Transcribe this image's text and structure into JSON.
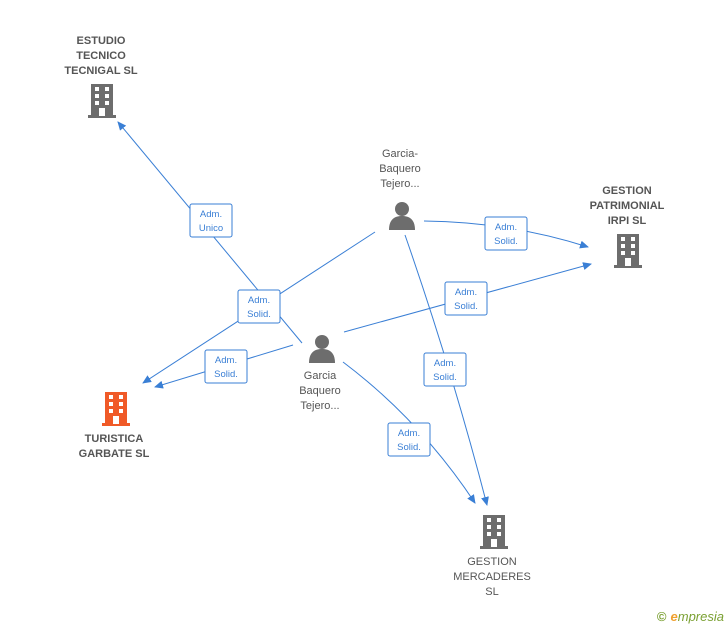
{
  "colors": {
    "edge": "#3a7fd5",
    "building": "#6d6d6d",
    "building_main": "#f05a28",
    "person": "#6d6d6d"
  },
  "nodes": {
    "estudio": {
      "lines": [
        "ESTUDIO",
        "TECNICO",
        "TECNIGAL  SL"
      ],
      "icon": "building-icon"
    },
    "gestion_patrimonial": {
      "lines": [
        "GESTION",
        "PATRIMONIAL",
        "IRPI  SL"
      ],
      "icon": "building-icon"
    },
    "turistica": {
      "lines": [
        "TURISTICA",
        "GARBATE  SL"
      ],
      "icon": "building-icon"
    },
    "gestion_mercaderes": {
      "lines": [
        "GESTION",
        "MERCADERES",
        "SL"
      ],
      "icon": "building-icon"
    },
    "person_top": {
      "lines": [
        "Garcia-",
        "Baquero",
        "Tejero..."
      ],
      "icon": "person-icon"
    },
    "person_mid": {
      "lines": [
        "Garcia",
        "Baquero",
        "Tejero..."
      ],
      "icon": "person-icon"
    }
  },
  "edges": [
    {
      "id": "mid_estudio",
      "label": [
        "Adm.",
        "Unico"
      ]
    },
    {
      "id": "top_turistica",
      "label": [
        "Adm.",
        "Solid."
      ]
    },
    {
      "id": "mid_turistica",
      "label": [
        "Adm.",
        "Solid."
      ]
    },
    {
      "id": "top_patrimonial",
      "label": [
        "Adm.",
        "Solid."
      ]
    },
    {
      "id": "mid_patrimonial",
      "label": [
        "Adm.",
        "Solid."
      ]
    },
    {
      "id": "top_mercaderes",
      "label": [
        "Adm.",
        "Solid."
      ]
    },
    {
      "id": "mid_mercaderes",
      "label": [
        "Adm.",
        "Solid."
      ]
    }
  ],
  "footer": {
    "copyright": "©",
    "brand_e": "e",
    "brand_rest": "mpresia"
  }
}
